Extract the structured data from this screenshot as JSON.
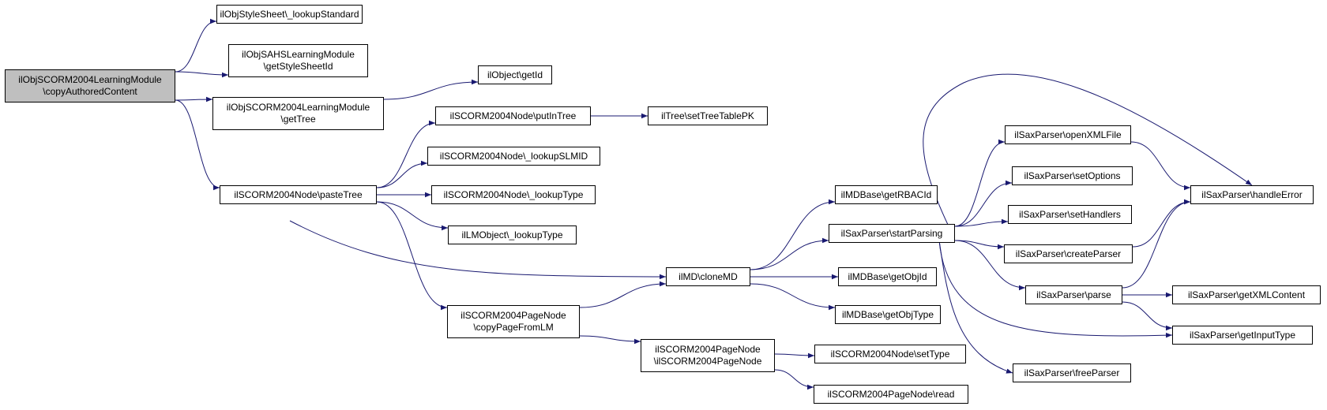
{
  "colors": {
    "edge": "#191970",
    "root_fill": "#bfbfbf",
    "node_fill": "#ffffff",
    "node_border": "#000000"
  },
  "nodes": {
    "root": [
      "ilObjSCORM2004LearningModule",
      "\\copyAuthoredContent"
    ],
    "stylesheet_lookup": [
      "ilObjStyleSheet\\_lookupStandard"
    ],
    "sahs_getstylesheetid": [
      "ilObjSAHSLearningModule",
      "\\getStyleSheetId"
    ],
    "lm_gettree": [
      "ilObjSCORM2004LearningModule",
      "\\getTree"
    ],
    "object_getid": [
      "ilObject\\getId"
    ],
    "node_pastetree": [
      "ilSCORM2004Node\\pasteTree"
    ],
    "node_putintree": [
      "ilSCORM2004Node\\putInTree"
    ],
    "tree_settreetablepk": [
      "ilTree\\setTreeTablePK"
    ],
    "node_lookupslmid": [
      "ilSCORM2004Node\\_lookupSLMID"
    ],
    "node_lookuptype": [
      "ilSCORM2004Node\\_lookupType"
    ],
    "lmobject_lookuptype": [
      "ilLMObject\\_lookupType"
    ],
    "pagenode_copypagefromlm": [
      "ilSCORM2004PageNode",
      "\\copyPageFromLM"
    ],
    "md_clonemd": [
      "ilMD\\cloneMD"
    ],
    "pagenode_construct": [
      "ilSCORM2004PageNode",
      "\\ilSCORM2004PageNode"
    ],
    "mdbase_getrbacid": [
      "ilMDBase\\getRBACId"
    ],
    "sax_startparsing": [
      "ilSaxParser\\startParsing"
    ],
    "mdbase_getobjid": [
      "ilMDBase\\getObjId"
    ],
    "mdbase_getobjtype": [
      "ilMDBase\\getObjType"
    ],
    "node_settype": [
      "ilSCORM2004Node\\setType"
    ],
    "pagenode_read": [
      "ilSCORM2004PageNode\\read"
    ],
    "sax_openxmlfile": [
      "ilSaxParser\\openXMLFile"
    ],
    "sax_setoptions": [
      "ilSaxParser\\setOptions"
    ],
    "sax_sethandlers": [
      "ilSaxParser\\setHandlers"
    ],
    "sax_createparser": [
      "ilSaxParser\\createParser"
    ],
    "sax_parse": [
      "ilSaxParser\\parse"
    ],
    "sax_freeparser": [
      "ilSaxParser\\freeParser"
    ],
    "sax_handleerror": [
      "ilSaxParser\\handleError"
    ],
    "sax_getxmlcontent": [
      "ilSaxParser\\getXMLContent"
    ],
    "sax_getinputtype": [
      "ilSaxParser\\getInputType"
    ]
  },
  "edges": [
    [
      "root",
      "stylesheet_lookup"
    ],
    [
      "root",
      "sahs_getstylesheetid"
    ],
    [
      "root",
      "lm_gettree"
    ],
    [
      "root",
      "node_pastetree"
    ],
    [
      "lm_gettree",
      "object_getid"
    ],
    [
      "node_pastetree",
      "node_putintree"
    ],
    [
      "node_pastetree",
      "node_lookupslmid"
    ],
    [
      "node_pastetree",
      "node_lookuptype"
    ],
    [
      "node_pastetree",
      "lmobject_lookuptype"
    ],
    [
      "node_pastetree",
      "md_clonemd"
    ],
    [
      "node_pastetree",
      "pagenode_copypagefromlm"
    ],
    [
      "node_putintree",
      "tree_settreetablepk"
    ],
    [
      "pagenode_copypagefromlm",
      "md_clonemd"
    ],
    [
      "pagenode_copypagefromlm",
      "pagenode_construct"
    ],
    [
      "md_clonemd",
      "mdbase_getrbacid"
    ],
    [
      "md_clonemd",
      "sax_startparsing"
    ],
    [
      "md_clonemd",
      "mdbase_getobjid"
    ],
    [
      "md_clonemd",
      "mdbase_getobjtype"
    ],
    [
      "pagenode_construct",
      "node_settype"
    ],
    [
      "pagenode_construct",
      "pagenode_read"
    ],
    [
      "sax_startparsing",
      "sax_openxmlfile"
    ],
    [
      "sax_startparsing",
      "sax_setoptions"
    ],
    [
      "sax_startparsing",
      "sax_sethandlers"
    ],
    [
      "sax_startparsing",
      "sax_createparser"
    ],
    [
      "sax_startparsing",
      "sax_parse"
    ],
    [
      "sax_startparsing",
      "sax_freeparser"
    ],
    [
      "sax_startparsing",
      "sax_handleerror"
    ],
    [
      "sax_startparsing",
      "sax_getinputtype"
    ],
    [
      "sax_openxmlfile",
      "sax_handleerror"
    ],
    [
      "sax_createparser",
      "sax_handleerror"
    ],
    [
      "sax_parse",
      "sax_handleerror"
    ],
    [
      "sax_parse",
      "sax_getxmlcontent"
    ],
    [
      "sax_parse",
      "sax_getinputtype"
    ]
  ]
}
